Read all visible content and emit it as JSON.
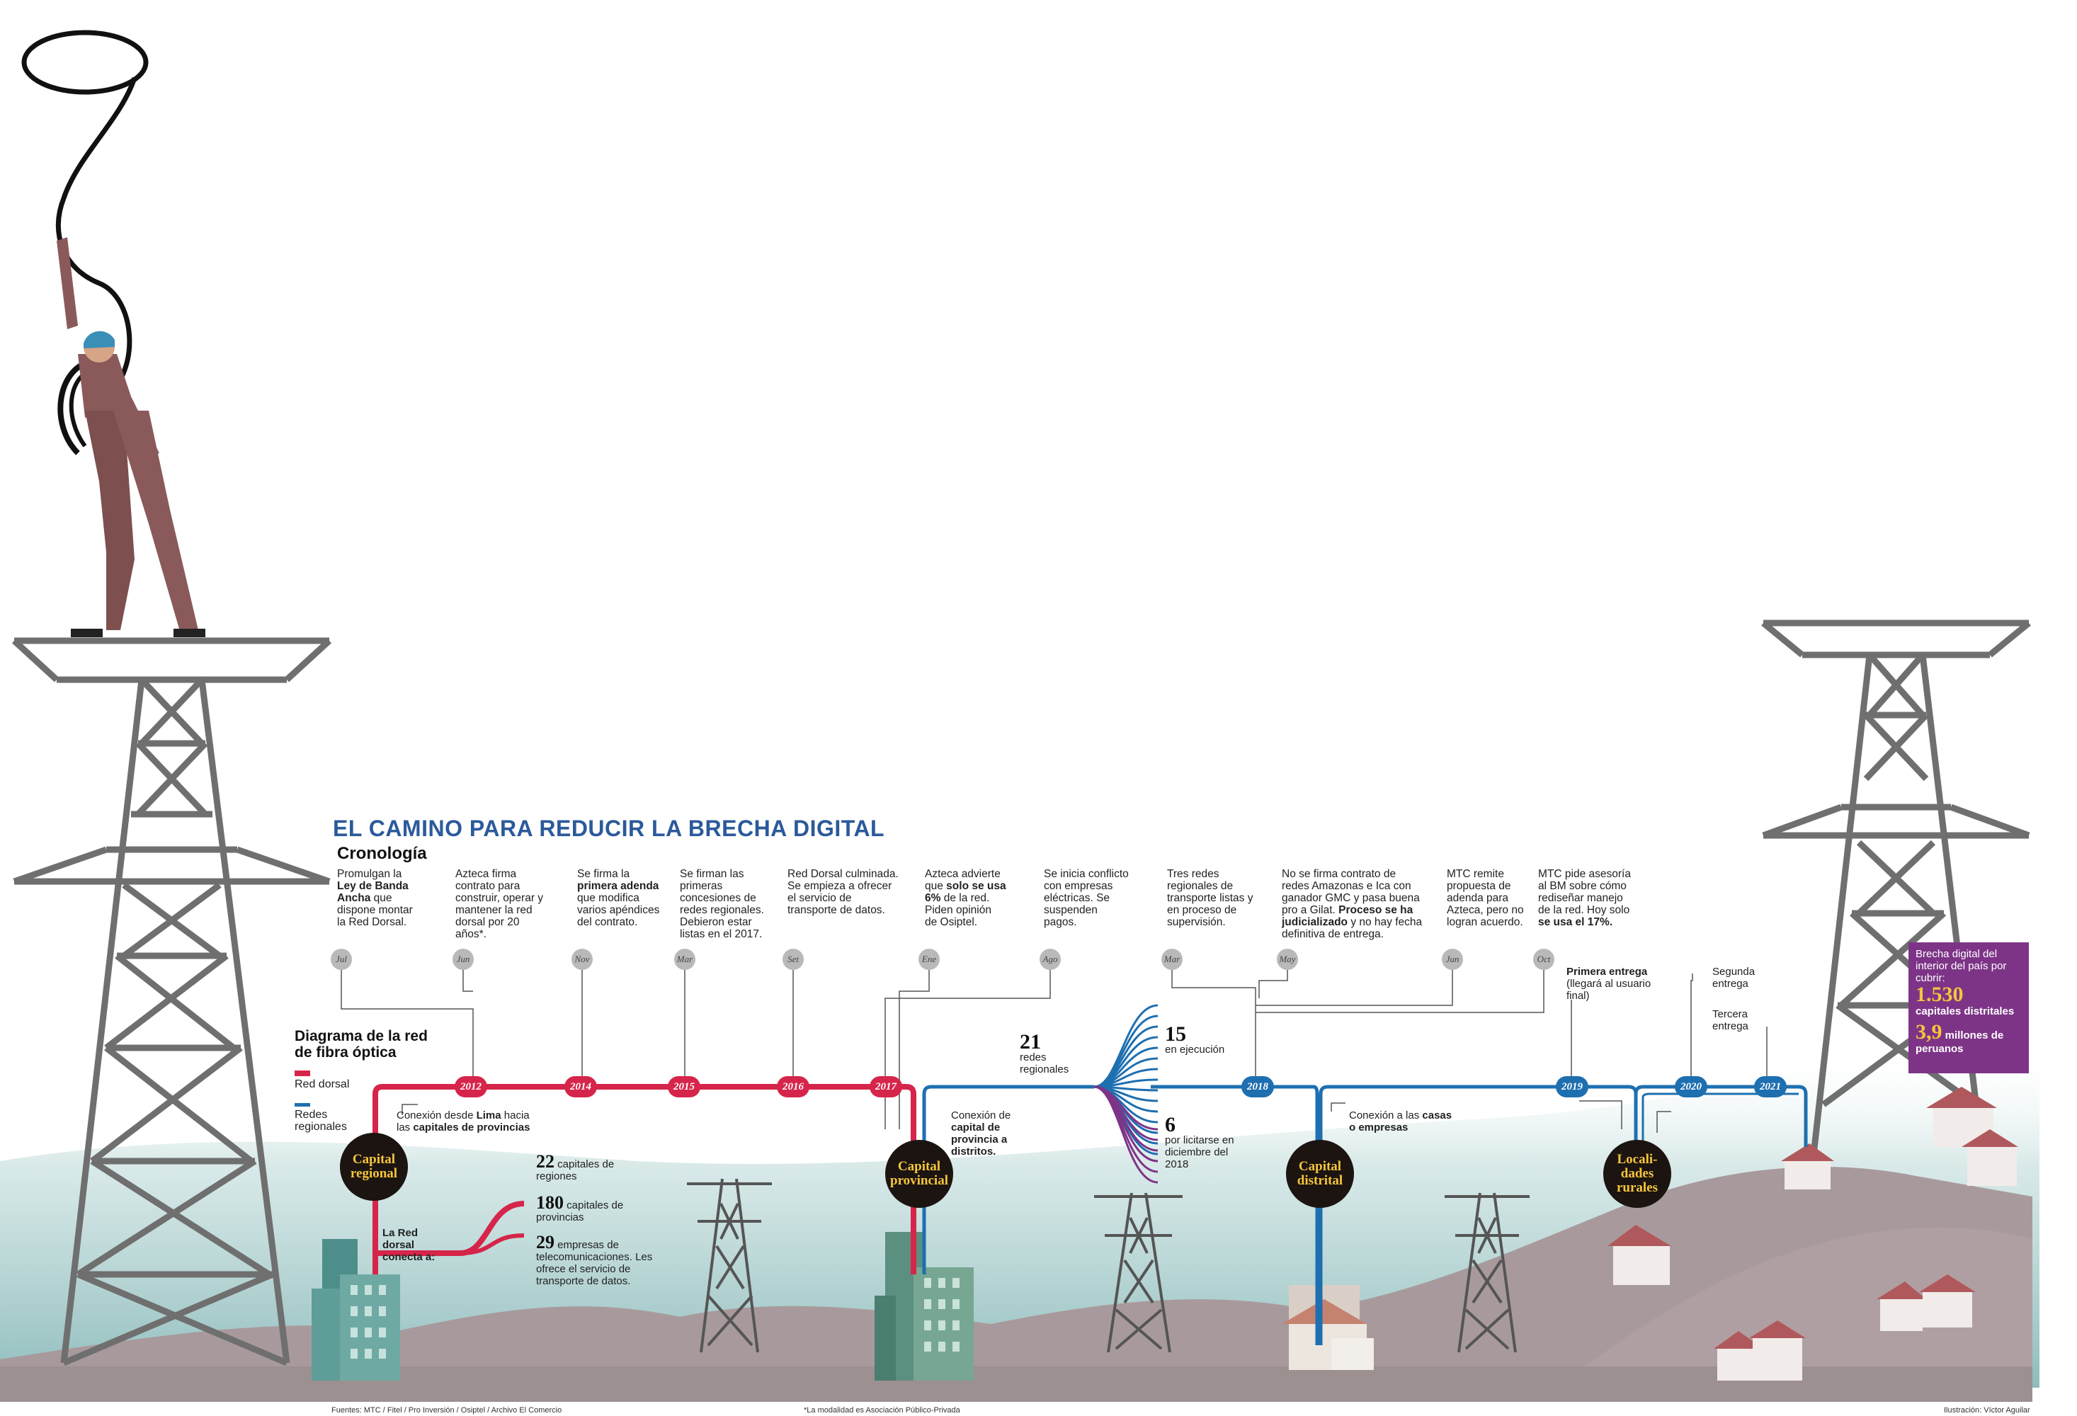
{
  "title": "EL CAMINO PARA REDUCIR LA BRECHA DIGITAL",
  "subtitle": "Cronología",
  "events": [
    {
      "month": "Jul",
      "text": "Promulgan la ",
      "bold": "Ley de Banda Ancha",
      "rest": " que dispone montar la Red Dorsal."
    },
    {
      "month": "Jun",
      "text": "Azteca firma contrato para construir, operar y mantener la red dorsal por 20 años*.",
      "bold": "",
      "rest": ""
    },
    {
      "month": "Nov",
      "text": "Se firma la ",
      "bold": "primera adenda",
      "rest": " que modifica varios apéndices del contrato."
    },
    {
      "month": "Mar",
      "text": "Se firman las primeras concesiones de redes regionales. Debieron estar listas en el 2017.",
      "bold": "",
      "rest": ""
    },
    {
      "month": "Set",
      "text": "Red Dorsal culminada. Se empieza a ofrecer el servicio de transporte de datos.",
      "bold": "",
      "rest": ""
    },
    {
      "month": "Ene",
      "text": "Azteca advierte que ",
      "bold": "solo se usa 6%",
      "rest": " de la red. Piden opinión de Osiptel."
    },
    {
      "month": "Ago",
      "text": "Se inicia conflicto con empresas eléctricas. Se suspenden pagos.",
      "bold": "",
      "rest": ""
    },
    {
      "month": "Mar",
      "text": "Tres redes regionales de transporte listas y en proceso de supervisión.",
      "bold": "",
      "rest": ""
    },
    {
      "month": "May",
      "text": "No se firma contrato de redes Amazonas e Ica con ganador GMC y pasa buena pro a Gilat. ",
      "bold": "Proceso se ha judicializado",
      "rest": " y no hay fecha definitiva de entrega."
    },
    {
      "month": "Jun",
      "text": "MTC remite propuesta de adenda para Azteca, pero no logran acuerdo.",
      "bold": "",
      "rest": ""
    },
    {
      "month": "Oct",
      "text": "MTC pide asesoría al BM sobre cómo rediseñar manejo de la red. Hoy solo ",
      "bold": "se usa el 17%.",
      "rest": ""
    }
  ],
  "years_red": [
    "2012",
    "2014",
    "2015",
    "2016",
    "2017"
  ],
  "years_blue": [
    "2018",
    "2019",
    "2020",
    "2021"
  ],
  "legend": {
    "heading": "Diagrama de la red de fibra óptica",
    "red_label": "Red dorsal",
    "blue_label": "Redes regionales"
  },
  "nodes": {
    "regional": "Capital regional",
    "provincial": "Capital provincial",
    "distrital": "Capital distrital",
    "rural": "Locali-dades rurales"
  },
  "labels": {
    "lima_pre": "Conexión desde ",
    "lima_bold": "Lima",
    "lima_mid": " hacia las ",
    "lima_bold2": "capitales de provincias",
    "dorsal_connect": "La Red dorsal conecta a:",
    "provincial_pre": "Conexión de ",
    "provincial_bold": "capital de provincia a distritos.",
    "casas_pre": "Conexión a las ",
    "casas_bold": "casas o empresas",
    "primera_bold": "Primera entrega",
    "primera_rest": "(llegará al usuario final)",
    "segunda": "Segunda entrega",
    "tercera": "Tercera entrega"
  },
  "stats": [
    {
      "num": "22",
      "text": "capitales de regiones"
    },
    {
      "num": "180",
      "text": "capitales de provincias"
    },
    {
      "num": "29",
      "text": "empresas de telecomunicaciones. Les ofrece el servicio de transporte de datos."
    }
  ],
  "regional_nets": {
    "num": "21",
    "text": "redes regionales"
  },
  "in_execution": {
    "num": "15",
    "text": "en ejecución"
  },
  "to_tender": {
    "num": "6",
    "text": "por licitarse en diciembre del 2018"
  },
  "gap_box": {
    "head": "Brecha digital del interior del país por cubrir:",
    "num1": "1.530",
    "text1": "capitales distritales",
    "num2": "3,9",
    "text2": "millones de peruanos"
  },
  "footer": {
    "sources": "Fuentes: MTC / Fitel / Pro Inversión / Osiptel / Archivo El Comercio",
    "note": "*La modalidad es Asociación Público-Privada",
    "credit": "Ilustración: Víctor Aguilar"
  },
  "colors": {
    "red": "#d6254a",
    "blue": "#1e6fb0",
    "purple": "#7d3487",
    "title": "#2b5a9b",
    "gold": "#f5c53c"
  }
}
